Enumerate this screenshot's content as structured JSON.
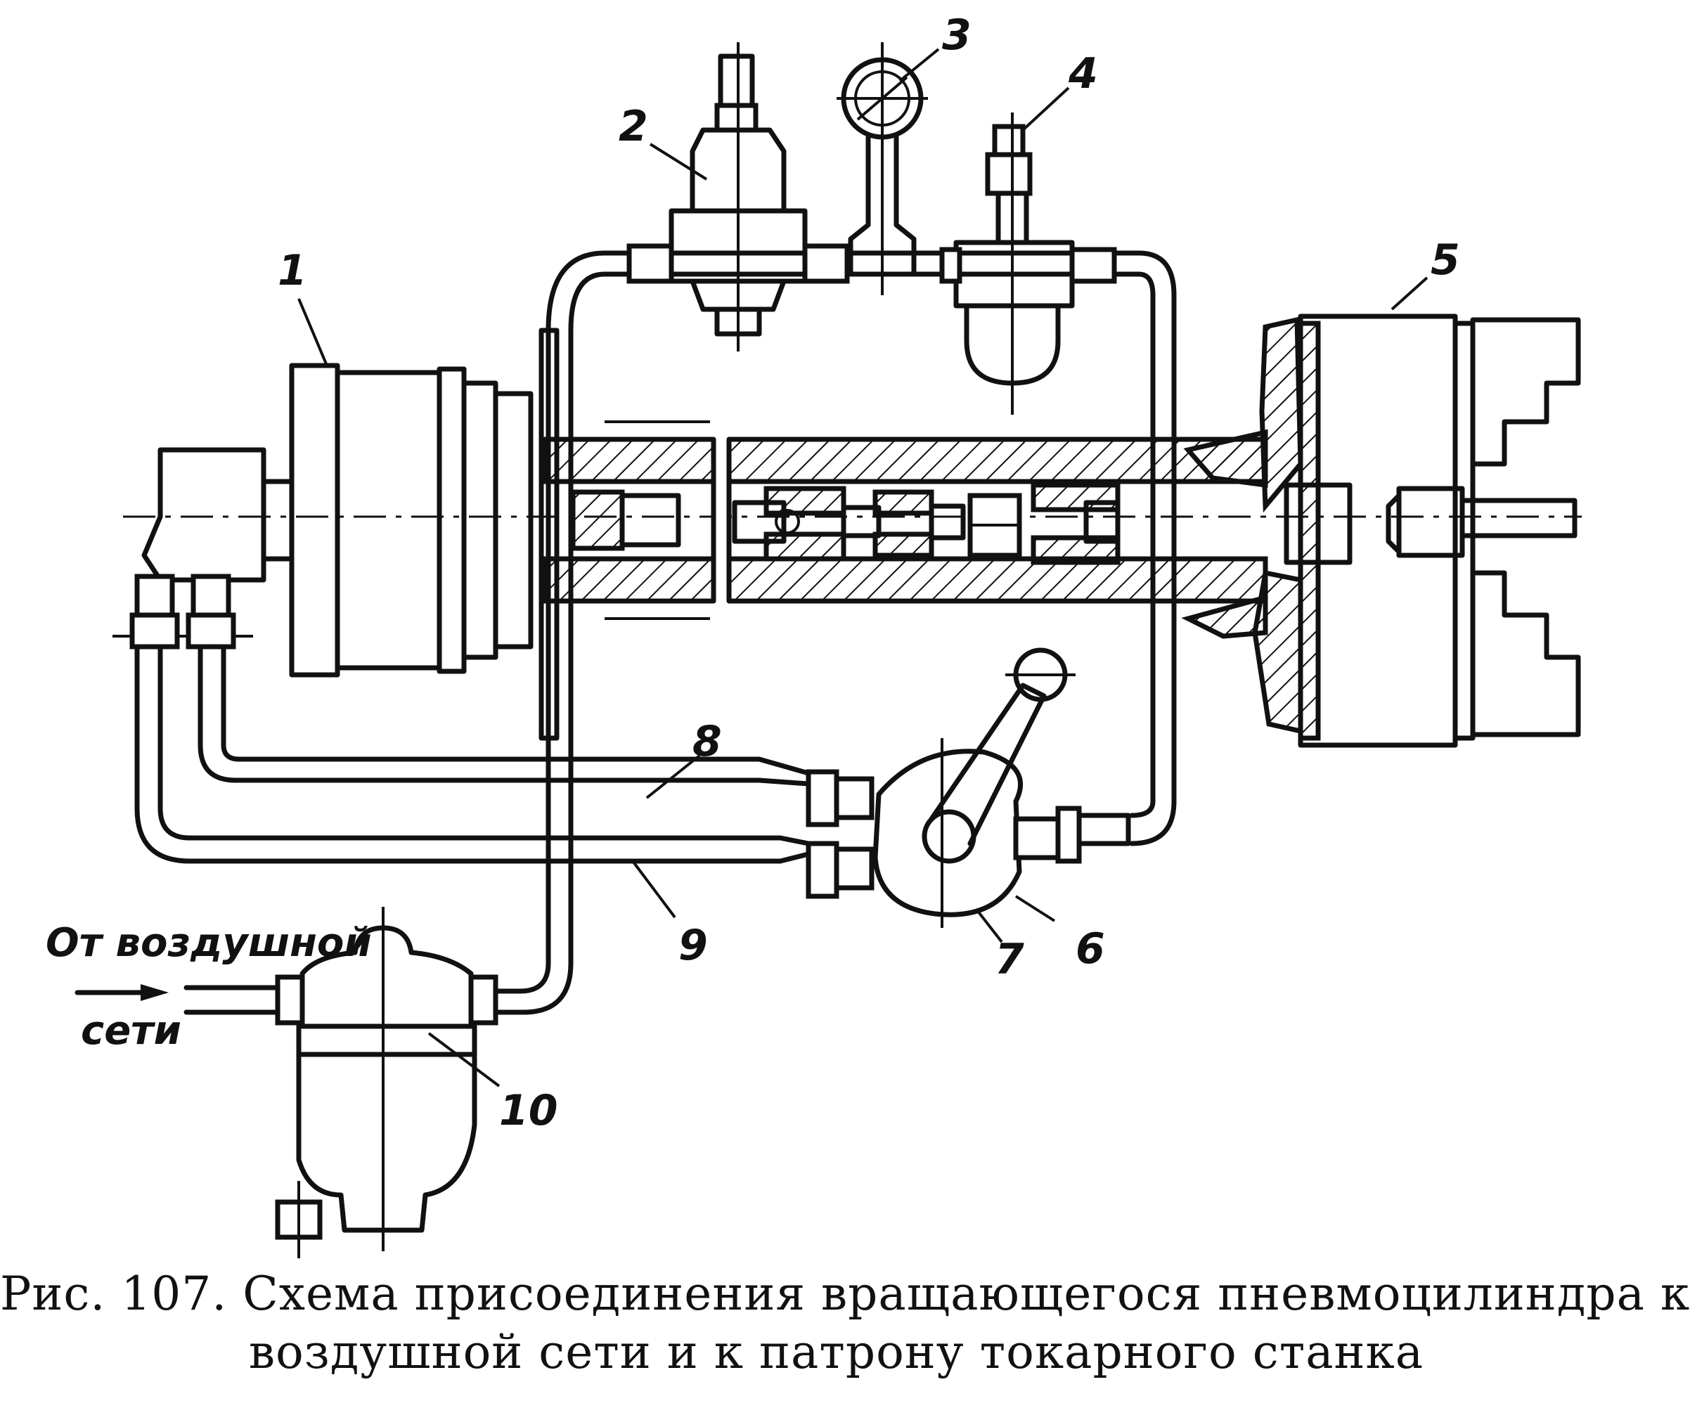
{
  "figure": {
    "callouts": {
      "c1": "1",
      "c2": "2",
      "c3": "3",
      "c4": "4",
      "c5": "5",
      "c6": "6",
      "c7": "7",
      "c8": "8",
      "c9": "9",
      "c10": "10"
    },
    "inlet_label_line1": "От воздушной",
    "inlet_label_line2": "сети"
  },
  "caption": {
    "line1": "Рис. 107.  Схема присоединения вращающегося пневмоцилиндра к",
    "line2": "воздушной сети и к патрону токарного станка"
  }
}
